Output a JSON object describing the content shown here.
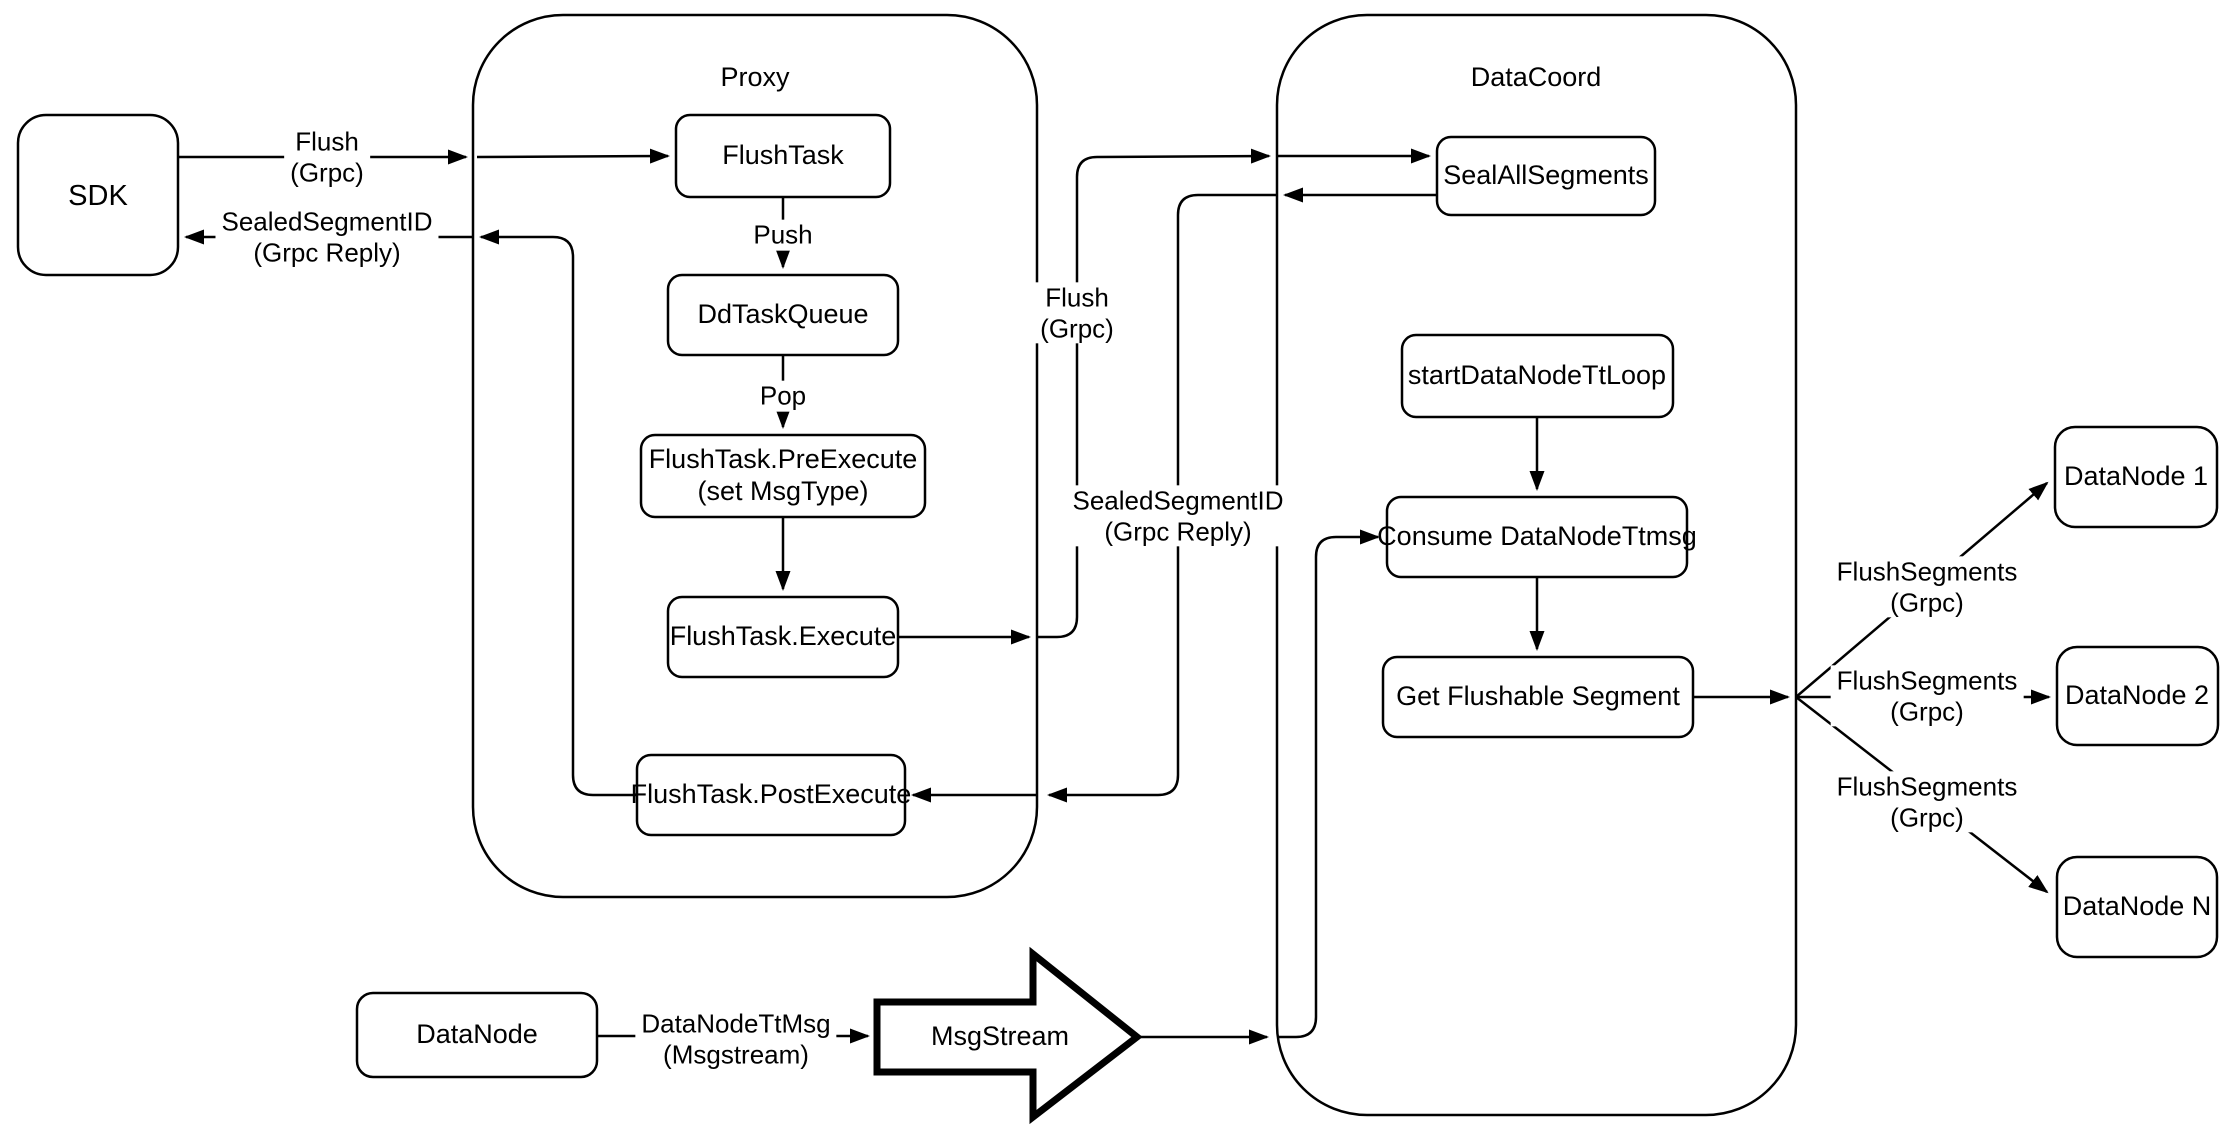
{
  "colors": {
    "stroke": "#000000",
    "node_fill": "#ffffff",
    "background": "#ffffff"
  },
  "containers": {
    "proxy": {
      "title": "Proxy"
    },
    "datacoord": {
      "title": "DataCoord"
    }
  },
  "nodes": {
    "sdk": {
      "label": "SDK"
    },
    "flush_task": {
      "label": "FlushTask"
    },
    "dd_task_queue": {
      "label": "DdTaskQueue"
    },
    "pre_execute": {
      "label": "FlushTask.PreExecute",
      "sublabel": "(set MsgType)"
    },
    "execute": {
      "label": "FlushTask.Execute"
    },
    "post_execute": {
      "label": "FlushTask.PostExecute"
    },
    "seal_all_segments": {
      "label": "SealAllSegments"
    },
    "start_data_node_tt_loop": {
      "label": "startDataNodeTtLoop"
    },
    "consume_data_node_ttmsg": {
      "label": "Consume DataNodeTtmsg"
    },
    "get_flushable_segment": {
      "label": "Get Flushable Segment"
    },
    "data_node_1": {
      "label": "DataNode 1"
    },
    "data_node_2": {
      "label": "DataNode 2"
    },
    "data_node_n": {
      "label": "DataNode N"
    },
    "data_node": {
      "label": "DataNode"
    },
    "msg_stream": {
      "label": "MsgStream"
    }
  },
  "edge_labels": {
    "flush_sdk": {
      "line1": "Flush",
      "line2": "(Grpc)"
    },
    "sealed_sdk": {
      "line1": "SealedSegmentID",
      "line2": "(Grpc Reply)"
    },
    "push": {
      "line1": "Push"
    },
    "pop": {
      "line1": "Pop"
    },
    "flush_dc": {
      "line1": "Flush",
      "line2": "(Grpc)"
    },
    "sealed_dc": {
      "line1": "SealedSegmentID",
      "line2": "(Grpc Reply)"
    },
    "flush_segments_1": {
      "line1": "FlushSegments",
      "line2": "(Grpc)"
    },
    "flush_segments_2": {
      "line1": "FlushSegments",
      "line2": "(Grpc)"
    },
    "flush_segments_n": {
      "line1": "FlushSegments",
      "line2": "(Grpc)"
    },
    "data_node_tt_msg": {
      "line1": "DataNodeTtMsg",
      "line2": "(Msgstream)"
    }
  }
}
